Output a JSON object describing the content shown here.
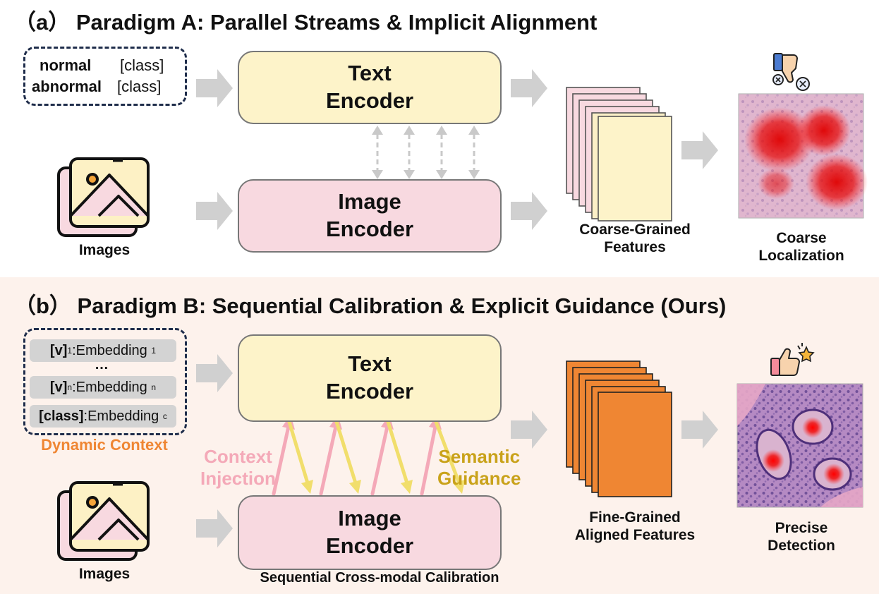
{
  "panel_a": {
    "title": "（a） Paradigm A: Parallel Streams & Implicit Alignment",
    "prompt_line1_word": "normal",
    "prompt_line1_class": "[class]",
    "prompt_line2_word": "abnormal",
    "prompt_line2_class": "[class]",
    "text_encoder_line1": "Text",
    "text_encoder_line2": "Encoder",
    "image_encoder_line1": "Image",
    "image_encoder_line2": "Encoder",
    "images_label": "Images",
    "features_line1": "Coarse-Grained",
    "features_line2": "Features",
    "result_line1": "Coarse",
    "result_line2": "Localization",
    "result_icon": "thumbs-down-icon"
  },
  "panel_b": {
    "title": "（b） Paradigm B: Sequential Calibration & Explicit Guidance (Ours)",
    "tokens": [
      {
        "key": "[v]",
        "sub_key": "1",
        "text": ":Embedding",
        "sub": "1"
      },
      {
        "key": "[v]",
        "sub_key": "n",
        "text": ":Embedding",
        "sub": "n"
      },
      {
        "key": "[class]",
        "sub_key": "",
        "text": ":Embedding",
        "sub": "c"
      }
    ],
    "ellipsis": "…",
    "dynamic_context_label": "Dynamic Context",
    "text_encoder_line1": "Text",
    "text_encoder_line2": "Encoder",
    "image_encoder_line1": "Image",
    "image_encoder_line2": "Encoder",
    "images_label": "Images",
    "context_injection_line1": "Context",
    "context_injection_line2": "Injection",
    "semantic_guidance_line1": "Semantic",
    "semantic_guidance_line2": "Guidance",
    "calibration_label": "Sequential Cross-modal Calibration",
    "features_line1": "Fine-Grained",
    "features_line2": "Aligned Features",
    "result_line1": "Precise",
    "result_line2": "Detection",
    "result_icon": "thumbs-up-icon"
  },
  "colors": {
    "text_encoder_fill": "#fdf3c9",
    "image_encoder_fill": "#f8d9e0",
    "panel_b_background": "#fdf2ec",
    "fine_feature_orange": "#ef8633",
    "context_injection_pink": "#f4a9b8",
    "semantic_guidance_yellow": "#f1de6c",
    "dynamic_context_orange": "#ef8633",
    "semantic_guidance_text": "#c9a21a"
  }
}
